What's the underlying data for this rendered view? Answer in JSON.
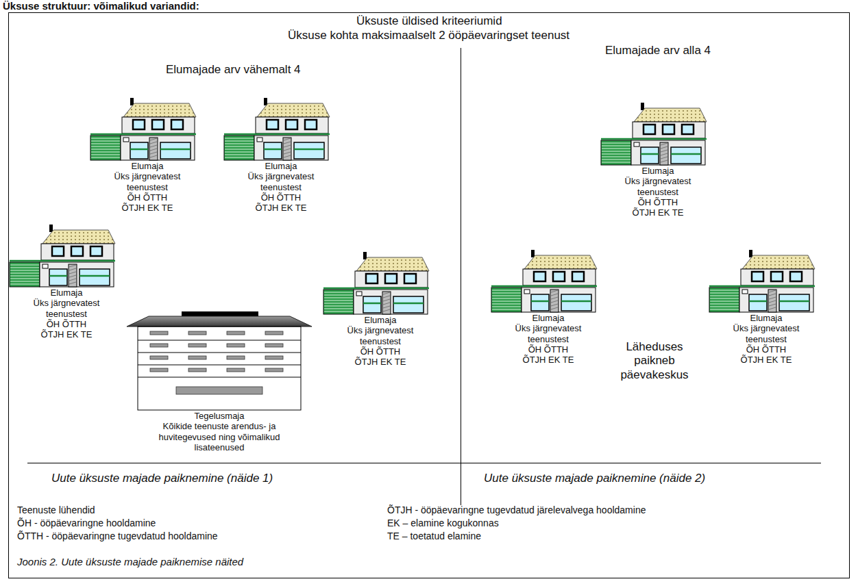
{
  "diagram": {
    "title": "Üksuse struktuur: võimalikud variandid:",
    "caption": "Joonis 2. Uute üksuste majade paiknemise näited",
    "nodes": [
      {
        "text": [
          "Elumaja",
          "Üks järgnevatest teenustest",
          "ÕH ÕTTH ÕTJH EK TE"
        ]
      },
      {
        "text": [
          "Elumaja",
          "Üks järgnevatest teenustest",
          "ÕH ÕTTH ÕTJH EK TE"
        ]
      },
      {
        "text": [
          "Elumaja",
          "Üks järgnevatest teenustest",
          "ÕH ÕTTH ÕTJH EK TE"
        ]
      },
      {
        "text": [
          "Tegelusmaja",
          "Kõikide teenuste arendus- ja huvitegevused ning võimalikud lisateenused"
        ]
      },
      {
        "text": [
          "Elumaja",
          "Üks järgnevatest teenustest",
          "ÕH ÕTTH ÕTJH EK TE"
        ]
      },
      {
        "text": [
          "Elumaja",
          "Üks järgnevatest teenustest",
          "ÕH ÕTTH ÕTJH EK TE"
        ]
      },
      {
        "text": [
          "Elumaja",
          "Üks järgnevatest teenustest",
          "ÕH ÕTTH ÕTJH EK TE"
        ]
      },
      {
        "text": [
          "Elumaja",
          "Üks järgnevatest teenustest",
          "ÕH ÕTTH ÕTJH EK TE"
        ]
      }
    ],
    "labels": [
      "Üksuste üldised kriteeriumid",
      "Üksuse kohta maksimaalselt 2 ööpäevaringset teenust",
      "Elumajade arv vähemalt 4",
      "Elumajade arv alla 4",
      "Läheduses paikneb päevakeskus",
      "Uute üksuste majade paiknemine (näide 1)",
      "Uute üksuste majade paiknemine (näide 2)",
      "Teenuste lühendid",
      "ÕH - ööpäevaringne hooldamine",
      "ÕTTH - ööpäevaringne tugevdatud hooldamine",
      "ÕTJH - ööpäevaringne tugevdatud järelevalvega hooldamine",
      "EK – elamine kogukonnas",
      "TE – toetatud elamine"
    ]
  }
}
